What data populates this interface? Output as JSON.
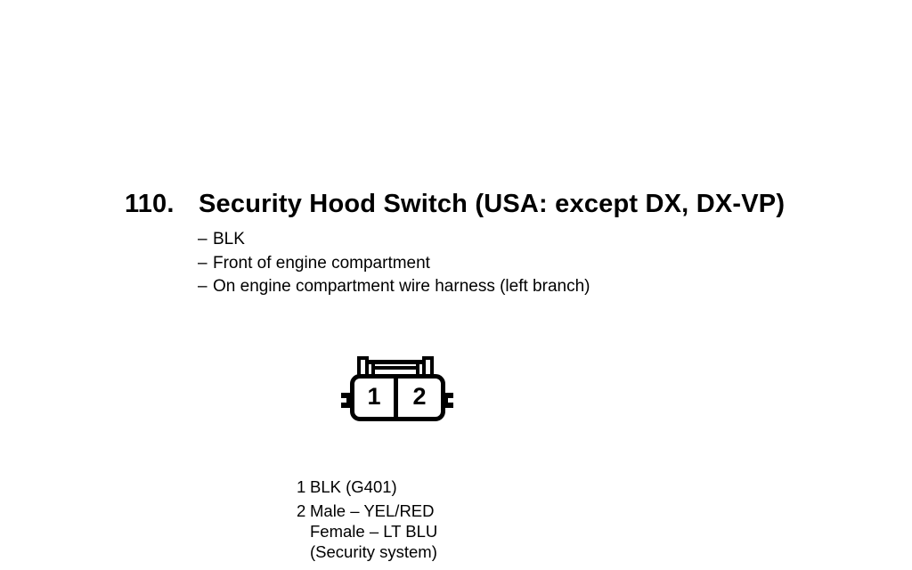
{
  "page": {
    "background": "#ffffff",
    "ink_color": "#000000"
  },
  "figure": {
    "number": "110.",
    "title": "Security Hood Switch (USA: except DX, DX-VP)",
    "bullet": "–",
    "notes": [
      "BLK",
      "Front of engine compartment",
      "On engine compartment wire harness (left branch)"
    ],
    "connector": {
      "cavities": [
        "1",
        "2"
      ]
    },
    "legend": [
      {
        "pin": "1",
        "lines": [
          "BLK (G401)"
        ]
      },
      {
        "pin": "2",
        "lines": [
          "Male – YEL/RED",
          "Female – LT BLU",
          "(Security system)"
        ]
      }
    ]
  }
}
